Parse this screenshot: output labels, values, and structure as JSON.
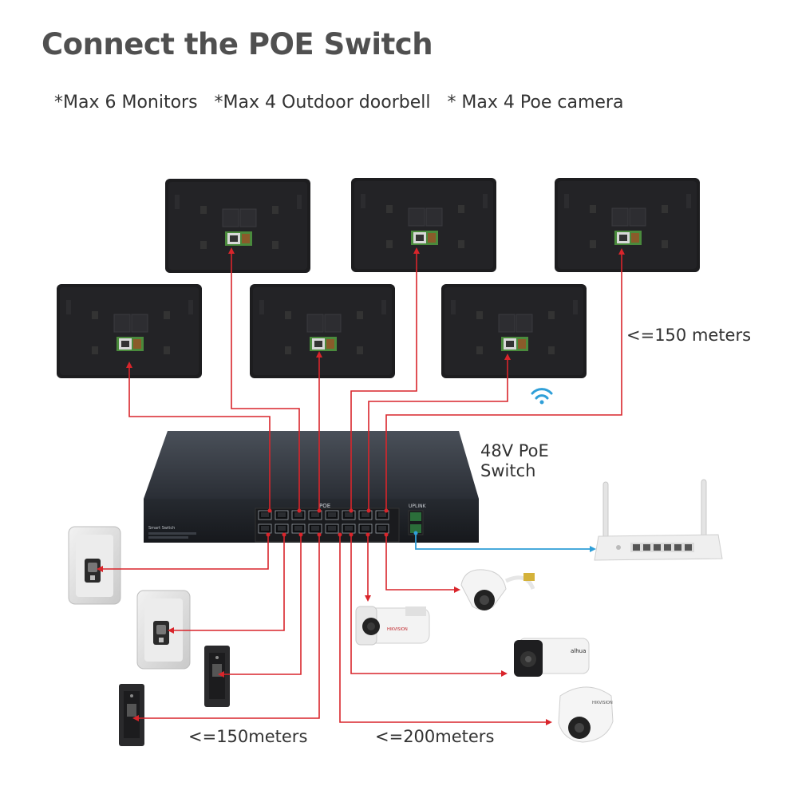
{
  "title": "Connect the POE Switch",
  "subtitle": "*Max 6 Monitors   *Max 4 Outdoor doorbell   * Max 4 Poe camera",
  "labels": {
    "monitor_distance": "<=150 meters",
    "switch_line1": "48V PoE",
    "switch_line2": "Switch",
    "doorbell_distance": "<=150meters",
    "camera_distance": "<=200meters"
  },
  "switch_text": {
    "poe": "POE",
    "uplink": "UPLINK",
    "model": "Smart Switch"
  },
  "camera_brands": {
    "bullet1": "HIKVISION",
    "bullet2": "alhua",
    "turret": "HIKVISION"
  },
  "colors": {
    "wire_red": "#d9252b",
    "wire_blue": "#2f9fd8",
    "wifi_blue": "#2f9fd8",
    "monitor_black": "#1d1d1f",
    "switch_body": "#2d3138",
    "port_green": "#3d9a4a"
  }
}
